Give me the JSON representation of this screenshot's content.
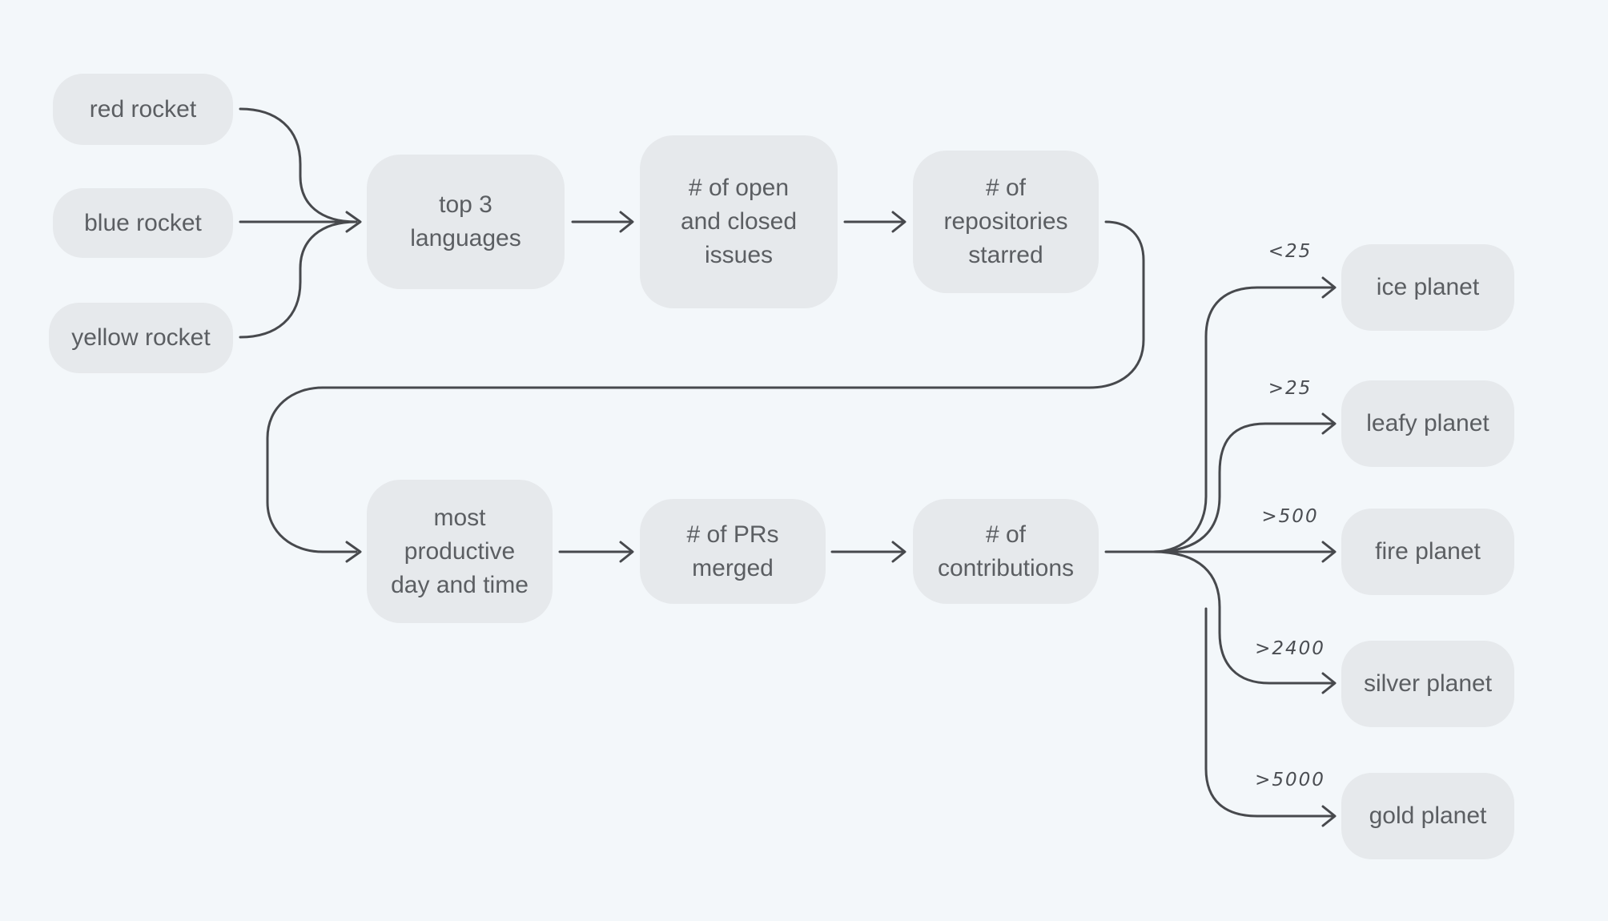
{
  "nodes": {
    "red_rocket": "red rocket",
    "blue_rocket": "blue rocket",
    "yellow_rocket": "yellow rocket",
    "top_languages": "top 3\nlanguages",
    "open_closed_issues": "# of open\nand closed\nissues",
    "repositories_starred": "# of\nrepositories\nstarred",
    "most_productive": "most\nproductive\nday and time",
    "prs_merged": "# of PRs\nmerged",
    "contributions": "# of\ncontributions",
    "ice_planet": "ice planet",
    "leafy_planet": "leafy planet",
    "fire_planet": "fire planet",
    "silver_planet": "silver planet",
    "gold_planet": "gold planet"
  },
  "conditions": {
    "ice": "<25",
    "leafy": ">25",
    "fire": ">500",
    "silver": ">2400",
    "gold": ">5000"
  },
  "colors": {
    "background": "#f3f7fa",
    "node_fill": "#e6e9ec",
    "node_text": "#5b5e62",
    "connector": "#47494d"
  }
}
